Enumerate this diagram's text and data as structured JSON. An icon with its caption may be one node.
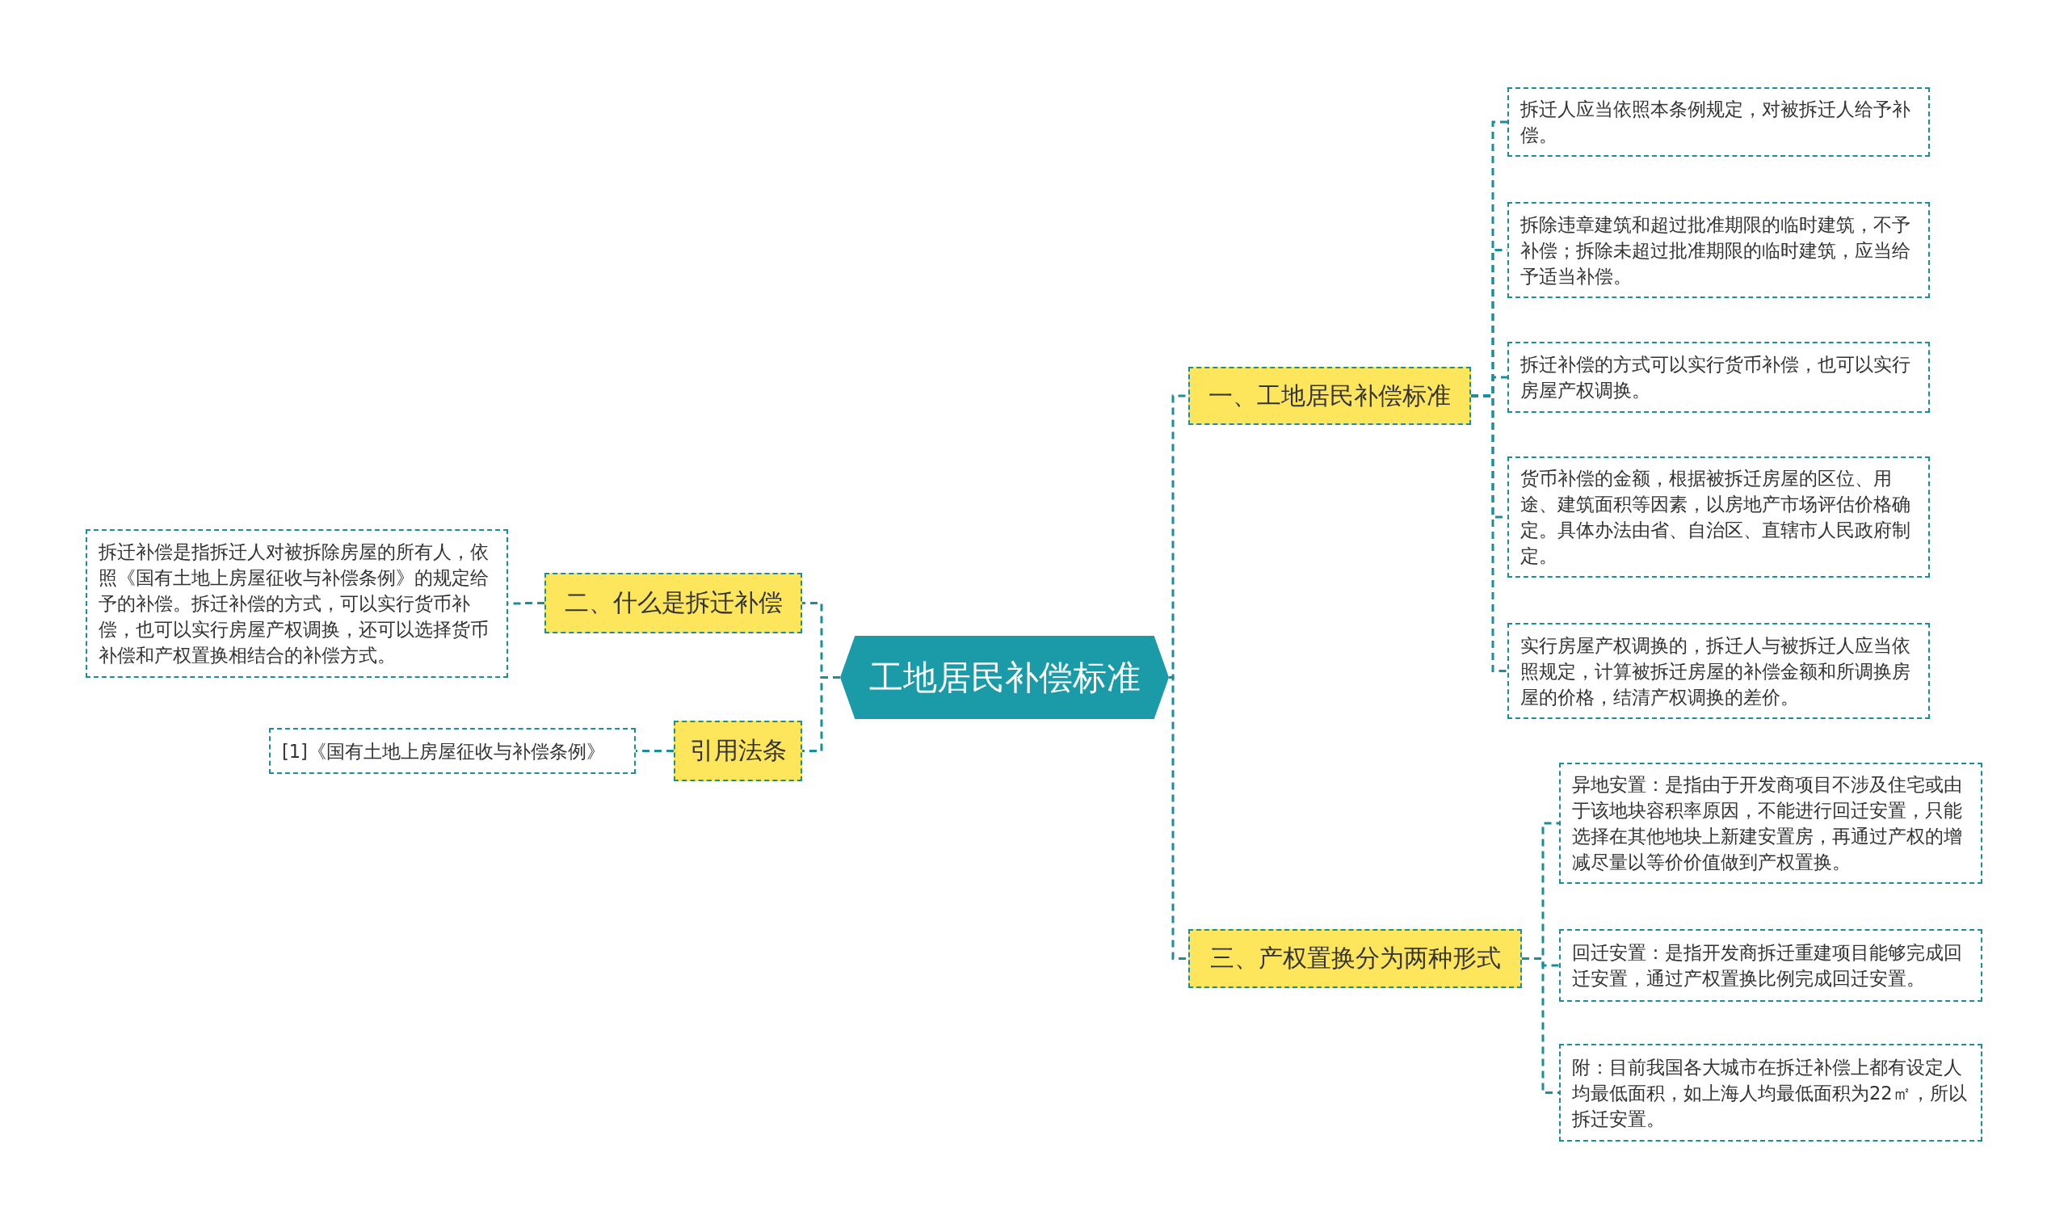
{
  "diagram": {
    "nodes": [
      {
        "text": [
          "工地居民补偿标准"
        ]
      },
      {
        "text": [
          "一、工地居民补偿标准"
        ]
      },
      {
        "text": [
          "拆迁人应当依照本条例规定，对被拆迁人给予补偿。"
        ]
      },
      {
        "text": [
          "拆除违章建筑和超过批准期限的临时建筑，不予补偿；拆除未超过批准期限的临时建筑，应当给予适当补偿。"
        ]
      },
      {
        "text": [
          "拆迁补偿的方式可以实行货币补偿，也可以实行房屋产权调换。"
        ]
      },
      {
        "text": [
          "货币补偿的金额，根据被拆迁房屋的区位、用途、建筑面积等因素，以房地产市场评估价格确定。具体办法由省、自治区、直辖市人民政府制定。"
        ]
      },
      {
        "text": [
          "实行房屋产权调换的，拆迁人与被拆迁人应当依照规定，计算被拆迁房屋的补偿金额和所调换房屋的价格，结清产权调换的差价。"
        ]
      },
      {
        "text": [
          "二、什么是拆迁补偿"
        ]
      },
      {
        "text": [
          "拆迁补偿是指拆迁人对被拆除房屋的所有人，依照《国有土地上房屋征收与补偿条例》的规定给予的补偿。拆迁补偿的方式，可以实行货币补偿，也可以实行房屋产权调换，还可以选择货币补偿和产权置换相结合的补偿方式。"
        ]
      },
      {
        "text": [
          "引用法条"
        ]
      },
      {
        "text": [
          "[1]《国有土地上房屋征收与补偿条例》"
        ]
      },
      {
        "text": [
          "三、产权置换分为两种形式"
        ]
      },
      {
        "text": [
          "异地安置：是指由于开发商项目不涉及住宅或由于该地块容积率原因，不能进行回迁安置，只能选择在其他地块上新建安置房，再通过产权的增减尽量以等价价值做到产权置换。"
        ]
      },
      {
        "text": [
          "回迁安置：是指开发商拆迁重建项目能够完成回迁安置，通过产权置换比例完成回迁安置。"
        ]
      },
      {
        "text": [
          "附：目前我国各大城市在拆迁补偿上都有设定人均最低面积，如上海人均最低面积为22㎡，所以拆迁安置。"
        ]
      }
    ],
    "edges": [
      {
        "from": 0,
        "to": 1,
        "arrow": "none"
      },
      {
        "from": 1,
        "to": 2,
        "arrow": "none"
      },
      {
        "from": 1,
        "to": 3,
        "arrow": "none"
      },
      {
        "from": 1,
        "to": 4,
        "arrow": "none"
      },
      {
        "from": 1,
        "to": 5,
        "arrow": "none"
      },
      {
        "from": 1,
        "to": 6,
        "arrow": "none"
      },
      {
        "from": 0,
        "to": 7,
        "arrow": "none"
      },
      {
        "from": 7,
        "to": 8,
        "arrow": "none"
      },
      {
        "from": 0,
        "to": 9,
        "arrow": "none"
      },
      {
        "from": 9,
        "to": 10,
        "arrow": "none"
      },
      {
        "from": 0,
        "to": 11,
        "arrow": "none"
      },
      {
        "from": 11,
        "to": 12,
        "arrow": "none"
      },
      {
        "from": 11,
        "to": 13,
        "arrow": "none"
      },
      {
        "from": 11,
        "to": 14,
        "arrow": "none"
      }
    ]
  }
}
